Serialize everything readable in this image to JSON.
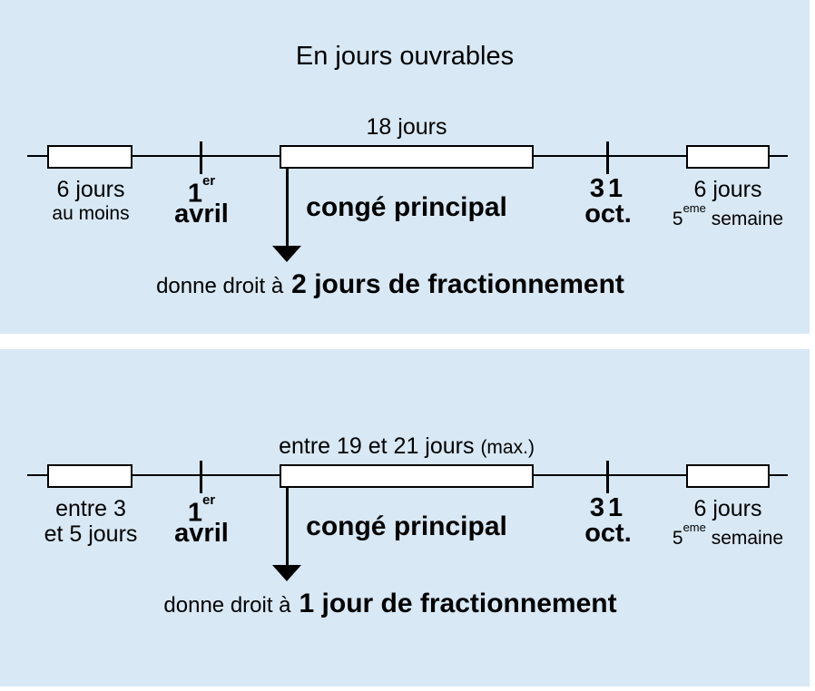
{
  "colors": {
    "panel_bg": "#d8e8f4",
    "page_bg": "#ffffff",
    "line": "#000000",
    "box_fill": "#ffffff"
  },
  "panel1": {
    "title": "En jours ouvrables",
    "duration_label": "18 jours",
    "duration_note": "",
    "left_box_label": [
      "6 jours",
      "au moins"
    ],
    "start_date": {
      "day": "1",
      "day_sup": "er",
      "month": "avril"
    },
    "main_label": "congé principal",
    "end_date": {
      "day": "31",
      "month": "oct."
    },
    "right_box_label": {
      "line1": "6 jours",
      "num": "5",
      "sup": "eme",
      "rest": " semaine"
    },
    "result_prefix": "donne droit à",
    "result_bold": "2 jours de fractionnement"
  },
  "panel2": {
    "duration_label": "entre 19 et 21 jours ",
    "duration_note": "(max.)",
    "left_box_label": [
      "entre 3",
      "et 5 jours"
    ],
    "start_date": {
      "day": "1",
      "day_sup": "er",
      "month": "avril"
    },
    "main_label": "congé principal",
    "end_date": {
      "day": "31",
      "month": "oct."
    },
    "right_box_label": {
      "line1": "6 jours",
      "num": "5",
      "sup": "eme",
      "rest": " semaine"
    },
    "result_prefix": "donne droit à",
    "result_bold": "1 jour de fractionnement"
  }
}
